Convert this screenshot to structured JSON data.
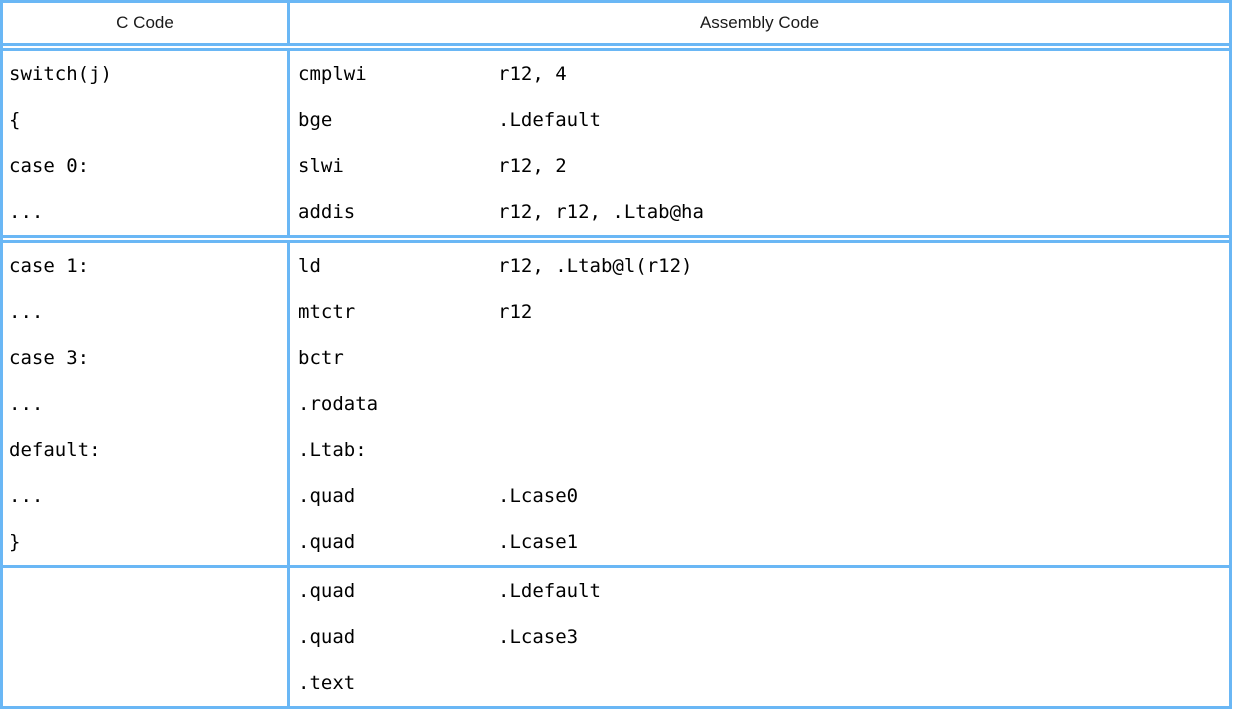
{
  "table": {
    "headers": {
      "c_code": "C Code",
      "assembly_code": "Assembly Code"
    },
    "border_color": "#6ab7f5",
    "text_color": "#000000",
    "sections": [
      {
        "id": "section-1",
        "separator_after": "double",
        "rows": [
          {
            "c": "switch(j)",
            "op": "cmplwi",
            "arg": "r12, 4"
          },
          {
            "c": "{",
            "op": "bge",
            "arg": ".Ldefault"
          },
          {
            "c": "case 0:",
            "op": "slwi",
            "arg": "r12, 2"
          },
          {
            "c": "...",
            "op": "addis",
            "arg": "r12, r12, .Ltab@ha"
          }
        ]
      },
      {
        "id": "section-2",
        "separator_after": "single",
        "rows": [
          {
            "c": "case 1:",
            "op": "ld",
            "arg": "r12, .Ltab@l(r12)"
          },
          {
            "c": "...",
            "op": "mtctr",
            "arg": "r12"
          },
          {
            "c": "case 3:",
            "op": "bctr",
            "arg": ""
          },
          {
            "c": "...",
            "op": ".rodata",
            "arg": ""
          },
          {
            "c": "default:",
            "op": ".Ltab:",
            "arg": ""
          },
          {
            "c": "...",
            "op": ".quad",
            "arg": ".Lcase0"
          },
          {
            "c": "}",
            "op": ".quad",
            "arg": ".Lcase1"
          }
        ]
      },
      {
        "id": "section-3",
        "separator_after": "none",
        "rows": [
          {
            "c": "",
            "op": ".quad",
            "arg": ".Ldefault"
          },
          {
            "c": "",
            "op": ".quad",
            "arg": ".Lcase3"
          },
          {
            "c": "",
            "op": ".text",
            "arg": ""
          }
        ]
      }
    ]
  }
}
